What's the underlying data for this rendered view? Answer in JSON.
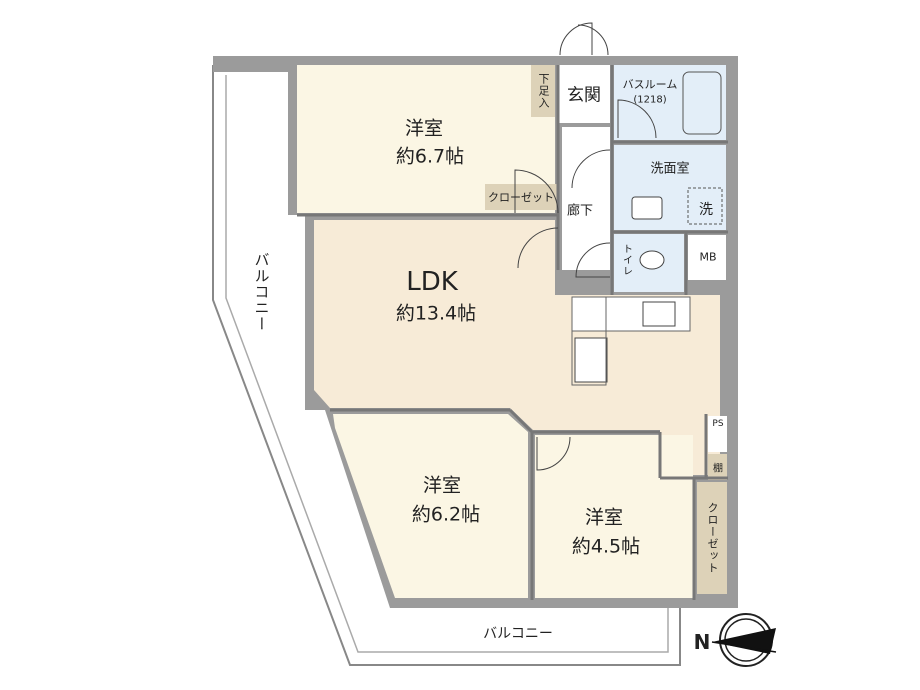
{
  "rooms": {
    "western1": {
      "name": "洋室",
      "size": "約6.7帖"
    },
    "ldk": {
      "name": "LDK",
      "size": "約13.4帖"
    },
    "western2": {
      "name": "洋室",
      "size": "約6.2帖"
    },
    "western3": {
      "name": "洋室",
      "size": "約4.5帖"
    },
    "shoe_closet": "下足入",
    "entrance": "玄関",
    "bathroom": "バスルーム",
    "bathroom_size": "(1218)",
    "washroom": "洗面室",
    "washer": "洗",
    "hallway": "廊下",
    "toilet": "トイレ",
    "mb": "MB",
    "closet1": "クローゼット",
    "closet2": "クローゼット",
    "ps": "PS",
    "shelf": "棚",
    "balcony_left": "バルコニー",
    "balcony_bottom": "バルコニー"
  },
  "compass": {
    "north_label": "N"
  },
  "colors": {
    "wall": "#9b9b9b",
    "room": "#fbf6e4",
    "ldk": "#f7ebd7",
    "closet": "#ddd2b8",
    "wet": "#e3eef8"
  }
}
